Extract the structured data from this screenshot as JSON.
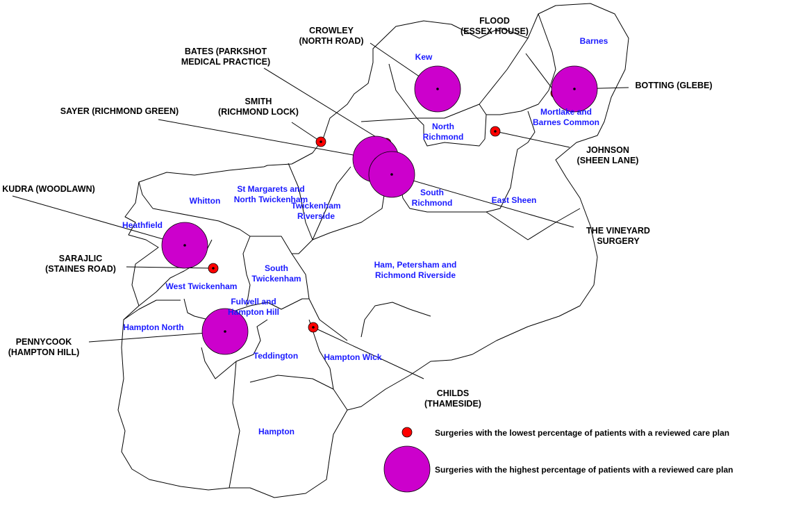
{
  "wards": [
    {
      "id": "kew",
      "lines": [
        "Kew"
      ]
    },
    {
      "id": "barnes",
      "lines": [
        "Barnes"
      ]
    },
    {
      "id": "mortlake",
      "lines": [
        "Mortlake and",
        "Barnes Common"
      ]
    },
    {
      "id": "north-richmond",
      "lines": [
        "North",
        "Richmond"
      ]
    },
    {
      "id": "south-richmond",
      "lines": [
        "South",
        "Richmond"
      ]
    },
    {
      "id": "east-sheen",
      "lines": [
        "East Sheen"
      ]
    },
    {
      "id": "whitton",
      "lines": [
        "Whitton"
      ]
    },
    {
      "id": "st-margarets",
      "lines": [
        "St Margarets and",
        "North Twickenham"
      ]
    },
    {
      "id": "twickenham-riverside",
      "lines": [
        "Twickenham",
        "Riverside"
      ]
    },
    {
      "id": "heathfield",
      "lines": [
        "Heathfield"
      ]
    },
    {
      "id": "west-twickenham",
      "lines": [
        "West Twickenham"
      ]
    },
    {
      "id": "south-twickenham",
      "lines": [
        "South",
        "Twickenham"
      ]
    },
    {
      "id": "ham",
      "lines": [
        "Ham, Petersham and",
        "Richmond Riverside"
      ]
    },
    {
      "id": "fulwell",
      "lines": [
        "Fulwell and",
        "Hampton Hill"
      ]
    },
    {
      "id": "hampton-north",
      "lines": [
        "Hampton North"
      ]
    },
    {
      "id": "teddington",
      "lines": [
        "Teddington"
      ]
    },
    {
      "id": "hampton-wick",
      "lines": [
        "Hampton Wick"
      ]
    },
    {
      "id": "hampton",
      "lines": [
        "Hampton"
      ]
    }
  ],
  "surgeries": [
    {
      "id": "crowley",
      "category": "highest",
      "lines": [
        "CROWLEY",
        "(NORTH ROAD)"
      ]
    },
    {
      "id": "flood",
      "category": "lowest",
      "lines": [
        "FLOOD",
        "(ESSEX HOUSE)"
      ]
    },
    {
      "id": "botting",
      "category": "highest",
      "lines": [
        "BOTTING (GLEBE)"
      ]
    },
    {
      "id": "bates",
      "category": "lowest",
      "lines": [
        "BATES (PARKSHOT",
        "MEDICAL PRACTICE)"
      ]
    },
    {
      "id": "smith",
      "category": "lowest",
      "lines": [
        "SMITH",
        "(RICHMOND LOCK)"
      ]
    },
    {
      "id": "sayer",
      "category": "highest",
      "lines": [
        "SAYER (RICHMOND GREEN)"
      ]
    },
    {
      "id": "johnson",
      "category": "lowest",
      "lines": [
        "JOHNSON",
        "(SHEEN LANE)"
      ]
    },
    {
      "id": "vineyard",
      "category": "highest",
      "lines": [
        "THE VINEYARD",
        "SURGERY"
      ]
    },
    {
      "id": "kudra",
      "category": "highest",
      "lines": [
        "KUDRA (WOODLAWN)"
      ]
    },
    {
      "id": "sarajlic",
      "category": "lowest",
      "lines": [
        "SARAJLIC",
        "(STAINES ROAD)"
      ]
    },
    {
      "id": "pennycook",
      "category": "highest",
      "lines": [
        "PENNYCOOK",
        "(HAMPTON HILL)"
      ]
    },
    {
      "id": "childs",
      "category": "lowest",
      "lines": [
        "CHILDS",
        "(THAMESIDE)"
      ]
    }
  ],
  "legend": {
    "lowest": "Surgeries with the lowest percentage of patients with a reviewed care plan",
    "highest": "Surgeries with the highest percentage of patients with a reviewed care plan"
  },
  "colors": {
    "highest": "#cc00cc",
    "lowest": "#ff0000",
    "ward_label": "#1a1aff"
  }
}
